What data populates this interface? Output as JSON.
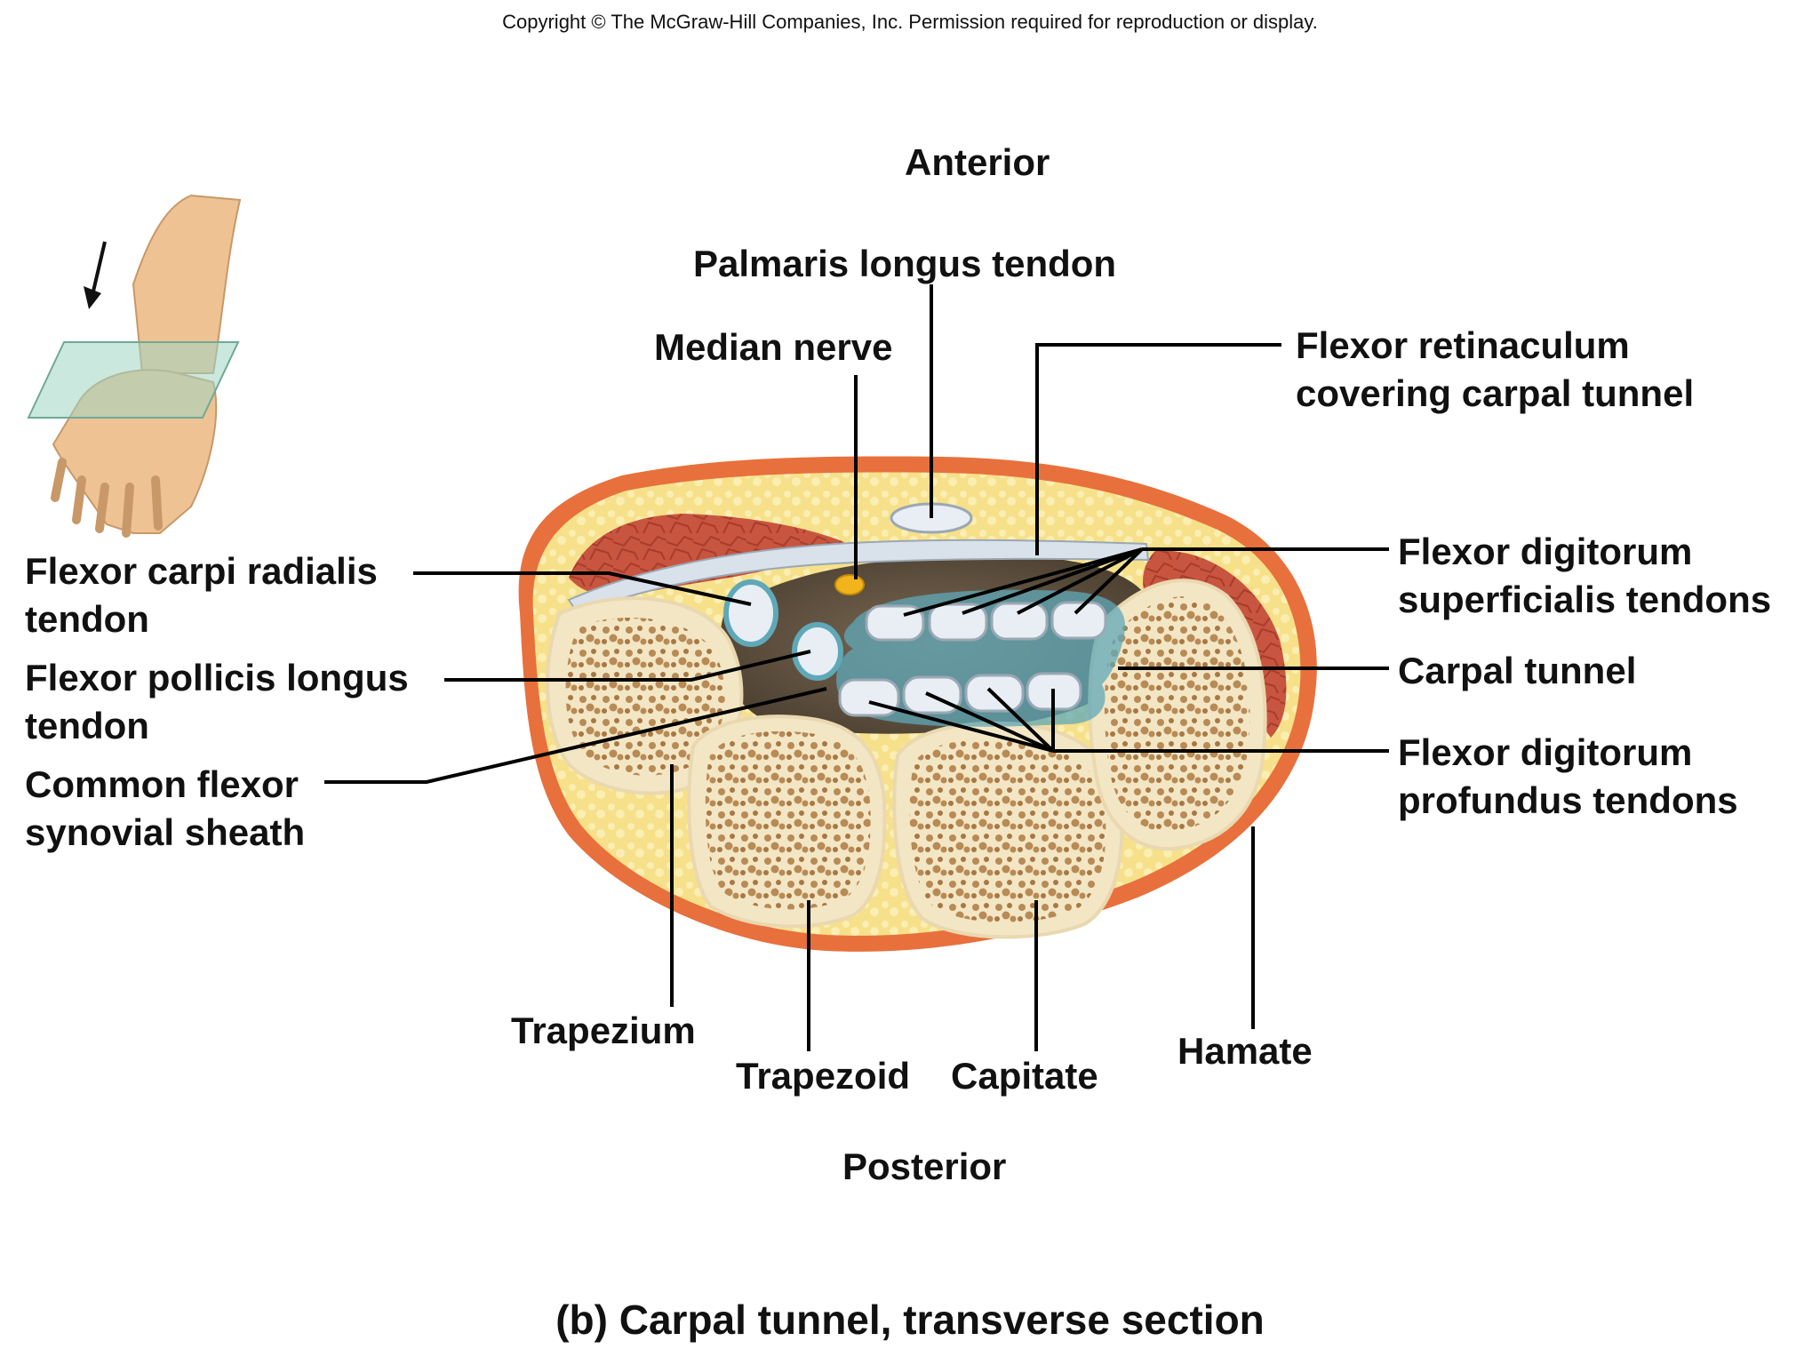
{
  "copyright": "Copyright © The McGraw-Hill Companies, Inc. Permission required for reproduction or display.",
  "orientation": {
    "anterior": "Anterior",
    "posterior": "Posterior"
  },
  "labels": {
    "palmaris_longus": "Palmaris longus tendon",
    "median_nerve": "Median nerve",
    "flexor_retinaculum": [
      "Flexor retinaculum",
      "covering carpal tunnel"
    ],
    "flexor_carpi_radialis": [
      "Flexor carpi radialis",
      "tendon"
    ],
    "flexor_pollicis_longus": [
      "Flexor pollicis longus",
      "tendon"
    ],
    "common_flexor_sheath": [
      "Common flexor",
      "synovial sheath"
    ],
    "fds_tendons": [
      "Flexor digitorum",
      "superficialis tendons"
    ],
    "carpal_tunnel": "Carpal tunnel",
    "fdp_tendons": [
      "Flexor digitorum",
      "profundus tendons"
    ],
    "trapezium": "Trapezium",
    "trapezoid": "Trapezoid",
    "capitate": "Capitate",
    "hamate": "Hamate"
  },
  "caption": "(b) Carpal tunnel, transverse section",
  "colors": {
    "skin": "#e8703c",
    "fat": "#f6e08a",
    "muscle": "#c8553f",
    "bone_cortex": "#f3e6c4",
    "bone_spongy": "#c9a26a",
    "tunnel": "#6b5a45",
    "sheath": "#5fa8b8",
    "tendon": "#e8eef3",
    "nerve": "#f2b41c",
    "leader": "#000000"
  }
}
